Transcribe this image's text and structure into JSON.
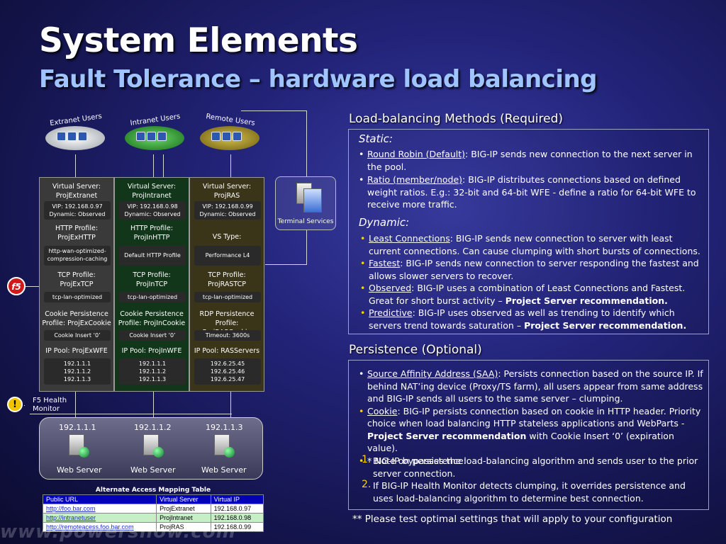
{
  "slide": {
    "title": "System Elements",
    "subtitle": "Fault Tolerance – hardware load balancing"
  },
  "diagram": {
    "user_groups": [
      "Extranet Users",
      "Intranet Users",
      "Remote Users"
    ],
    "virtual_servers": [
      {
        "title": "Virtual Server:",
        "name": "ProjExtranet",
        "vip": "VIP: 192.168.0.97",
        "dynamic": "Dynamic: Observed",
        "http_label": "HTTP Profile:",
        "http_name": "ProjExHTTP",
        "http_box": "http-wan-optimized-compression-caching",
        "tcp_label": "TCP Profile:",
        "tcp_name": "ProjExTCP",
        "tcp_box": "tcp-lan-optimized",
        "persist_label": "Cookie Persistence",
        "persist_name": "Profile: ProjExCookie",
        "persist_box": "Cookie Insert ‘0’",
        "pool": "IP Pool: ProjExWFE",
        "ips": [
          "192.1.1.1",
          "192.1.1.2",
          "192.1.1.3"
        ],
        "color": "#3a3a3a"
      },
      {
        "title": "Virtual Server:",
        "name": "ProjIntranet",
        "vip": "VIP: 192.168.0.98",
        "dynamic": "Dynamic: Observed",
        "http_label": "HTTP Profile:",
        "http_name": "ProjInHTTP",
        "http_box": "Default HTTP Profile",
        "tcp_label": "TCP Profile:",
        "tcp_name": "ProjInTCP",
        "tcp_box": "tcp-lan-optimized",
        "persist_label": "Cookie Persistence",
        "persist_name": "Profile: ProjInCookie",
        "persist_box": "Cookie Insert ‘0’",
        "pool": "IP Pool: ProjInWFE",
        "ips": [
          "192.1.1.1",
          "192.1.1.2",
          "192.1.1.3"
        ],
        "color": "#12361a"
      },
      {
        "title": "Virtual Server:",
        "name": "ProjRAS",
        "vip": "VIP: 192.168.0.99",
        "dynamic": "Dynamic: Observed",
        "http_label": "VS Type:",
        "http_name": "",
        "http_box": "Performance L4",
        "tcp_label": "TCP Profile:",
        "tcp_name": "ProjRASTCP",
        "tcp_box": "tcp-lan-optimized",
        "persist_label": "RDP Persistence",
        "persist_name": "Profile: ProjRASCookie",
        "persist_box": "Timeout: 3600s",
        "pool": "IP Pool: RASServers",
        "ips": [
          "192.6.25.45",
          "192.6.25.46",
          "192.6.25.47"
        ],
        "color": "#3a3419"
      }
    ],
    "terminal_services": "Terminal Services",
    "f5_logo": "f5",
    "health_monitor": "F5 Health Monitor",
    "web_servers": [
      {
        "ip": "192.1.1.1",
        "label": "Web Server"
      },
      {
        "ip": "192.1.1.2",
        "label": "Web Server"
      },
      {
        "ip": "192.1.1.3",
        "label": "Web Server"
      }
    ],
    "aam_table": {
      "title": "Alternate Access Mapping Table",
      "headers": [
        "Public URL",
        "Virtual Server",
        "Virtual IP"
      ],
      "rows": [
        [
          "http://foo.bar.com",
          "ProjExtranet",
          "192.168.0.97"
        ],
        [
          "http://intranetuser",
          "ProjIntranet",
          "192.168.0.98"
        ],
        [
          "http://remoteacess.foo.bar.com",
          "ProjRAS",
          "192.168.0.99"
        ]
      ]
    }
  },
  "watermark": "www.powershow.com",
  "load_balancing": {
    "heading": "Load-balancing Methods (Required)",
    "static_label": "Static:",
    "static_items": [
      {
        "term": "Round Robin (Default)",
        "text": ": BIG-IP sends new connection to the next server in the pool."
      },
      {
        "term": "Ratio (member/node)",
        "text": ": BIG-IP distributes connections based on defined weight ratios. E.g.: 32-bit and 64-bit WFE - define a ratio for 64-bit WFE to receive more traffic."
      }
    ],
    "dynamic_label": "Dynamic:",
    "dynamic_items": [
      {
        "term": "Least Connections",
        "text": ": BIG-IP sends new connection to server with least current connections. Can cause clumping with short bursts of connections.",
        "bold": ""
      },
      {
        "term": "Fastest",
        "text": ": BIG-IP sends new connection to server responding the fastest and allows slower servers to recover.",
        "bold": ""
      },
      {
        "term": "Observed",
        "text": ": BIG-IP uses a combination of Least Connections and Fastest. Great for short burst activity – ",
        "bold": "Project Server recommendation."
      },
      {
        "term": "Predictive",
        "text": ": BIG-IP uses observed as well as trending to identify which servers trend towards saturation – ",
        "bold": "Project Server recommendation."
      }
    ]
  },
  "persistence": {
    "heading": "Persistence (Optional)",
    "saa_term": "Source Affinity Address (SAA)",
    "saa_text": ": Persists connection based on the source IP. If behind NAT’ing device (Proxy/TS farm), all users appear from same address and BIG-IP sends all users to the same server – clumping.",
    "cookie_term": "Cookie",
    "cookie_text": ": BIG-IP persists connection based on cookie in HTTP header. Priority choice when load balancing HTTP stateless applications and WebParts - ",
    "cookie_bold": "Project Server recommendation",
    "cookie_tail": " with Cookie Insert ‘0’ (expiration value).",
    "note": "*  Note on persistence:",
    "numbered": [
      {
        "num": "1.",
        "text": "BIG-IP bypasses the load-balancing algorithm and sends user to the prior server connection."
      },
      {
        "num": "2.",
        "text": "If BIG-IP Health Monitor detects clumping, it overrides persistence and uses load-balancing algorithm to determine best connection."
      }
    ]
  },
  "footnote": "** Please test optimal settings that will apply to your configuration",
  "colors": {
    "accent_yellow": "#ffd200",
    "subtitle_blue": "#9fc4ff",
    "header_blue": "#0000b8"
  }
}
